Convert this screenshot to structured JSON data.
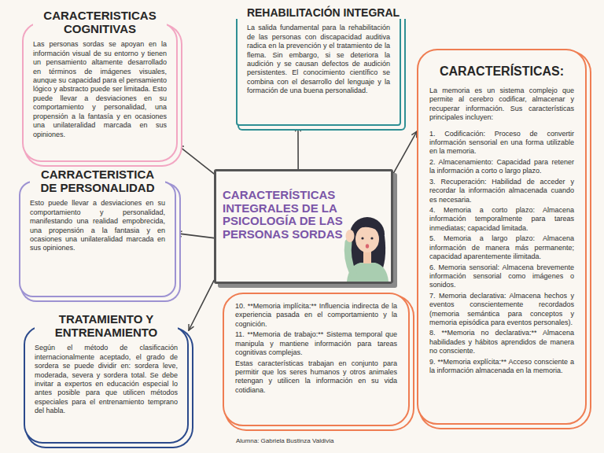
{
  "diagram": {
    "nodes": [
      {
        "text": [
          "CARACTERÍSTICAS INTEGRALES DE LA PSICOLOGÍA DE LAS PERSONAS SORDAS"
        ]
      },
      {
        "text": [
          "CARACTERISTICAS COGNITIVAS",
          "Las personas sordas se apoyan en la información visual de su entorno y tienen un pensamiento altamente desarrollado en términos de imágenes visuales, aunque su capacidad para el pensamiento lógico y abstracto puede ser limitada. Esto puede llevar a desviaciones en su comportamiento y personalidad, una propensión a la fantasía y en ocasiones una unilateralidad marcada en sus opiniones."
        ]
      },
      {
        "text": [
          "REHABILITACIÓN INTEGRAL",
          "La salida fundamental para la rehabilitación de las personas con discapacidad auditiva radica en la prevención y el tratamiento de la flema. Sin embargo, si se deteriora la audición y se causan defectos de audición persistentes. El conocimiento científico se combina con el desarrollo del lenguaje y la formación de una buena personalidad."
        ]
      },
      {
        "text": [
          "CARACTERÍSTICAS:",
          "La memoria es un sistema complejo que permite al cerebro codificar, almacenar y recuperar información. Sus características principales incluyen:",
          "1. Codificación: Proceso de convertir información sensorial en una forma utilizable en la memoria.",
          "2. Almacenamiento: Capacidad para retener la información a corto o largo plazo.",
          "3. Recuperación: Habilidad de acceder y recordar la información almacenada cuando es necesaria.",
          "4. Memoria a corto plazo: Almacena información temporalmente para tareas inmediatas; capacidad limitada.",
          "5. Memoria a largo plazo: Almacena información de manera más permanente; capacidad aparentemente ilimitada.",
          "6. Memoria sensorial: Almacena brevemente información sensorial como imágenes o sonidos.",
          "7. Memoria declarativa: Almacena hechos y eventos conscientemente recordados (memoria semántica para conceptos y memoria episódica para eventos personales).",
          "8. **Memoria no declarativa:** Almacena habilidades y hábitos aprendidos de manera no consciente.",
          "9. **Memoria explícita:** Acceso consciente a la información almacenada en la memoria."
        ]
      },
      {
        "text": [
          "CARRACTERISTICA DE PERSONALIDAD",
          "Esto puede llevar a desviaciones en su comportamiento y personalidad, manifestando una realidad empobrecida, una propensión a la fantasia y en ocasiones una unilateralidad marcada en sus opiniones."
        ]
      },
      {
        "text": [
          "TRATAMIENTO Y ENTRENAMIENTO",
          "Según el método de clasificación internacionalmente aceptado, el grado de sordera se puede dividir en: sordera leve, moderada, severa y sordera total. Se debe invitar a expertos en educación especial lo antes posible para que utilicen métodos especiales para el entrenamiento temprano del habla."
        ]
      },
      {
        "text": [
          "10. **Memoria implícita:** Influencia indirecta de la experiencia pasada en el comportamiento y la cognición.",
          "11. **Memoria de trabajo:** Sistema temporal que manipula y mantiene información para tareas cognitivas complejas.",
          "Estas características trabajan en conjunto para permitir que los seres humanos y otros animales retengan y utilicen la información en su vida cotidiana."
        ]
      }
    ],
    "edges": [
      {
        "from": 0,
        "to": 1,
        "arrow": "to"
      },
      {
        "from": 0,
        "to": 2,
        "arrow": "to"
      },
      {
        "from": 0,
        "to": 3,
        "arrow": "to"
      },
      {
        "from": 0,
        "to": 4,
        "arrow": "to"
      },
      {
        "from": 0,
        "to": 5,
        "arrow": "to"
      }
    ],
    "labels": [
      "Alumna: Gabriela Bustinza Valdivia"
    ]
  }
}
